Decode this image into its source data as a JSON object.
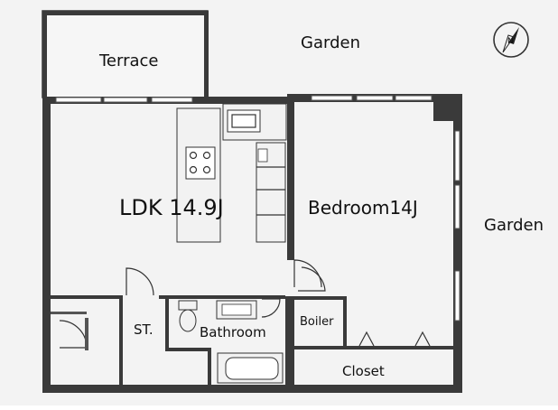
{
  "floorplan": {
    "labels": {
      "terrace": "Terrace",
      "garden_top": "Garden",
      "garden_right": "Garden",
      "ldk": "LDK 14.9J",
      "bedroom": "Bedroom14J",
      "storage": "ST.",
      "bathroom": "Bathroom",
      "boiler": "Boiler",
      "closet": "Closet"
    },
    "icons": {
      "compass": "compass-north-icon",
      "stove": "stove-icon",
      "sink": "kitchen-sink-icon",
      "toilet": "toilet-icon",
      "bathtub": "bathtub-icon",
      "washbasin": "washbasin-icon"
    },
    "colors": {
      "wall": "#3a3a3a",
      "background": "#f3f3f3",
      "line": "#333333"
    }
  }
}
